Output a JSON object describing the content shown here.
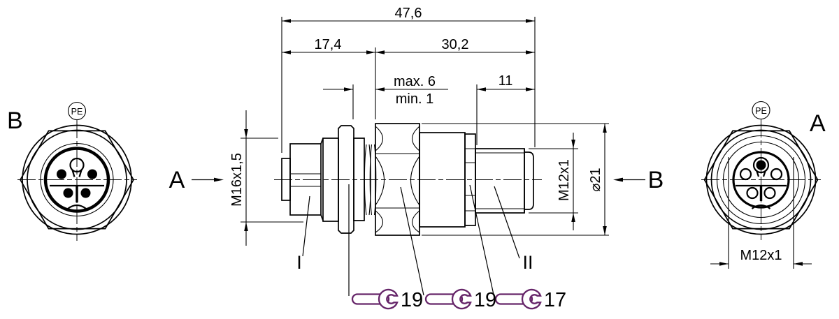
{
  "drawing": {
    "background_color": "#ffffff",
    "line_color": "#000000",
    "wrench_color": "#662569",
    "views": {
      "left_face": {
        "label": "B",
        "pe_label": "PE"
      },
      "right_face": {
        "label": "A",
        "pe_label": "PE",
        "thread_dim": "M12x1"
      },
      "side": {
        "view_arrow_left": "A",
        "view_arrow_right": "B",
        "part_label_left": "I",
        "part_label_right": "II"
      }
    },
    "dimensions": {
      "total_length": "47,6",
      "left_length": "17,4",
      "right_length": "30,2",
      "panel_max": "max. 6",
      "panel_min": "min. 1",
      "m12_thread_length": "11",
      "left_thread": "M16x1,5",
      "right_thread": "M12x1",
      "body_diameter": "⌀21"
    },
    "wrenches": [
      {
        "size": "19"
      },
      {
        "size": "19"
      },
      {
        "size": "17"
      }
    ]
  }
}
